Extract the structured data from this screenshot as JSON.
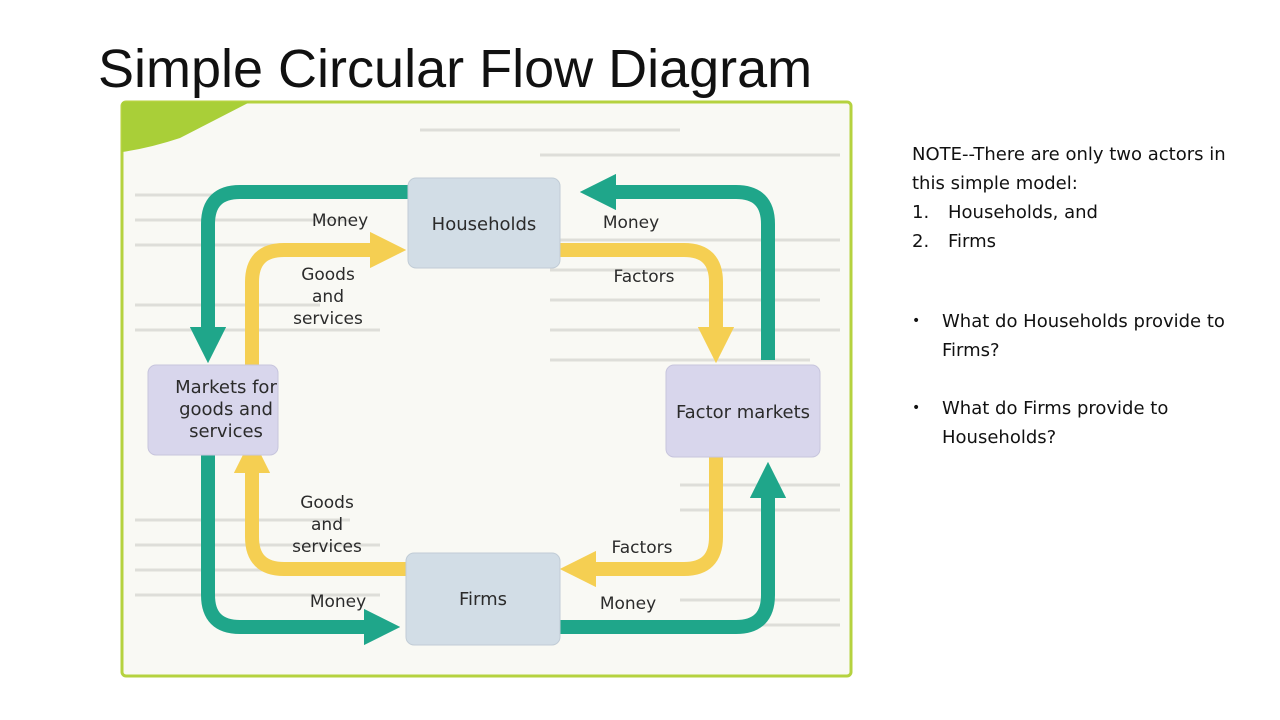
{
  "slide": {
    "title": "Simple Circular Flow Diagram"
  },
  "diagram": {
    "nodes": {
      "households": "Households",
      "factor_markets": "Factor markets",
      "firms": "Firms",
      "markets_line1": "Markets for",
      "markets_line2": "goods and",
      "markets_line3": "services"
    },
    "flows": {
      "money_top_left": "Money",
      "money_top_right": "Money",
      "money_bottom_left": "Money",
      "money_bottom_right": "Money",
      "factors_top": "Factors",
      "factors_bottom": "Factors",
      "goods_top_1": "Goods",
      "goods_top_2": "and",
      "goods_top_3": "services",
      "goods_bottom_1": "Goods",
      "goods_bottom_2": "and",
      "goods_bottom_3": "services"
    },
    "colors": {
      "money_flow": "#1fa68a",
      "goods_factors_flow": "#f5cf52",
      "households_box": "#d2dde6",
      "markets_box": "#d8d6ec",
      "border": "#b5d23f"
    }
  },
  "notes": {
    "intro": "NOTE--There are only two actors in this simple model:",
    "actors": [
      {
        "num": "1.",
        "text": "Households, and"
      },
      {
        "num": "2.",
        "text": "Firms"
      }
    ],
    "questions": [
      "What do Households provide to Firms?",
      "What do Firms provide to Households?"
    ]
  }
}
